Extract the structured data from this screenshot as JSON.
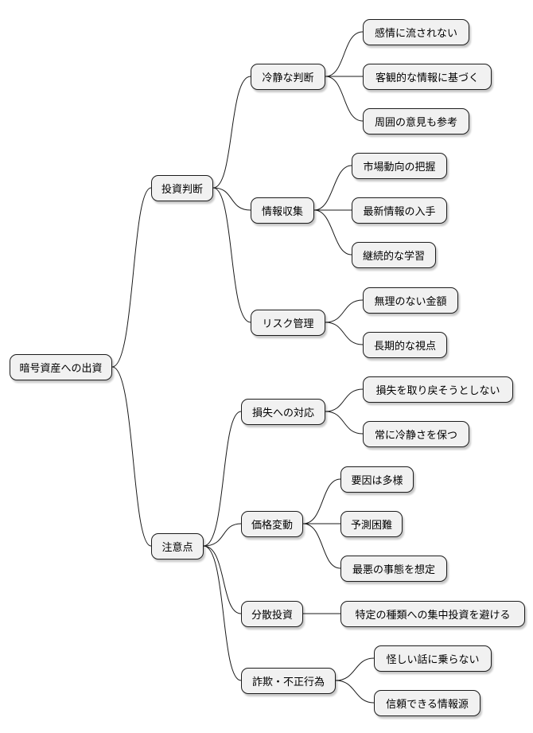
{
  "mindmap": {
    "root": "暗号資産への出資",
    "branches": [
      {
        "label": "投資判断",
        "children": [
          {
            "label": "冷静な判断",
            "children": [
              "感情に流されない",
              "客観的な情報に基づく",
              "周囲の意見も参考"
            ]
          },
          {
            "label": "情報収集",
            "children": [
              "市場動向の把握",
              "最新情報の入手",
              "継続的な学習"
            ]
          },
          {
            "label": "リスク管理",
            "children": [
              "無理のない金額",
              "長期的な視点"
            ]
          }
        ]
      },
      {
        "label": "注意点",
        "children": [
          {
            "label": "損失への対応",
            "children": [
              "損失を取り戻そうとしない",
              "常に冷静さを保つ"
            ]
          },
          {
            "label": "価格変動",
            "children": [
              "要因は多様",
              "予測困難",
              "最悪の事態を想定"
            ]
          },
          {
            "label": "分散投資",
            "children": [
              "特定の種類への集中投資を避ける"
            ]
          },
          {
            "label": "詐欺・不正行為",
            "children": [
              "怪しい話に乗らない",
              "信頼できる情報源"
            ]
          }
        ]
      }
    ]
  }
}
